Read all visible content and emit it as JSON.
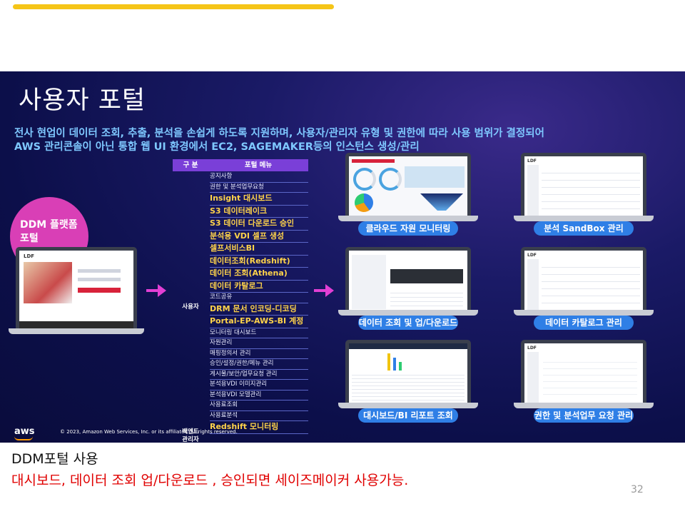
{
  "slide": {
    "title": "사용자 포털",
    "subtitle_line1": "전사 현업이 데이터 조회, 추출, 분석을 손쉽게 하도록 지원하며, 사용자/관리자 유형 및 권한에 따라 사용 범위가 결정되어",
    "subtitle_line2": "AWS 관리콘솔이 아닌 통합 웹 UI 환경에서 EC2, SAGEMAKER등의 인스턴스 생성/관리",
    "platform_label_line1": "DDM 플랫폼",
    "platform_label_line2": "포털",
    "copyright": "© 2023, Amazon Web Services, Inc. or its affiliates. All rights reserved.",
    "aws_logo": "aws",
    "colors": {
      "accent_bar": "#f5c518",
      "badge": "#d93fb6",
      "table_header": "#7a3fd8",
      "label_blue": "#2f7fe6",
      "highlight_text": "#ffd34a"
    }
  },
  "table": {
    "header_col1": "구 분",
    "header_col2": "포털 메뉴",
    "group_user": "사용자",
    "group_admin_line1": "백엔드",
    "group_admin_line2": "관리자",
    "rows": [
      {
        "label": "공지사항",
        "bold": false
      },
      {
        "label": "권한 및 분석업무요청",
        "bold": false
      },
      {
        "label": "Insight 대시보드",
        "bold": true
      },
      {
        "label": "S3 데이터레이크",
        "bold": true
      },
      {
        "label": "S3 데이터 다운로드 승인",
        "bold": true
      },
      {
        "label": "분석용 VDI 셀프 생성",
        "bold": true
      },
      {
        "label": "셀프서비스BI",
        "bold": true
      },
      {
        "label": "데이터조회(Redshift)",
        "bold": true
      },
      {
        "label": "데이터 조회(Athena)",
        "bold": true
      },
      {
        "label": "데이터 카탈로그",
        "bold": true
      },
      {
        "label": "코드공유",
        "bold": false
      },
      {
        "label": "DRM 문서 인코딩-디코딩",
        "bold": true
      },
      {
        "label": "Portal-EP-AWS-BI 계정",
        "bold": true
      },
      {
        "label": "모니터링 대시보드",
        "bold": false
      },
      {
        "label": "자원관리",
        "bold": false
      },
      {
        "label": "매핑정의서 관리",
        "bold": false
      },
      {
        "label": "승인/설정/권한/메뉴 관리",
        "bold": false
      },
      {
        "label": "게시물/보안/업무요청 관리",
        "bold": false
      },
      {
        "label": "분석용VDI 이미지관리",
        "bold": false
      },
      {
        "label": "분석용VDI 모델관리",
        "bold": false
      },
      {
        "label": "사용료조회",
        "bold": false
      },
      {
        "label": "사용료분석",
        "bold": false
      },
      {
        "label": "Redshift 모니터링",
        "bold": true
      }
    ]
  },
  "screens": {
    "cloud_monitoring": "클라우드 자원 모니터링",
    "sandbox": "분석 SandBox 관리",
    "data_query": "데이터 조회 및 업/다운로드",
    "data_catalog": "데이터 카탈로그 관리",
    "dashboard": "대시보드/BI 리포트 조회",
    "permission": "권한 및 분석업무 요청 관리",
    "portal_logo": "LDF"
  },
  "notes": {
    "line1": "DDM포털  사용",
    "line2": "대시보드,  데이터 조회 업/다운로드  ,  승인되면 세이즈메이커 사용가능."
  },
  "page_number": "32"
}
